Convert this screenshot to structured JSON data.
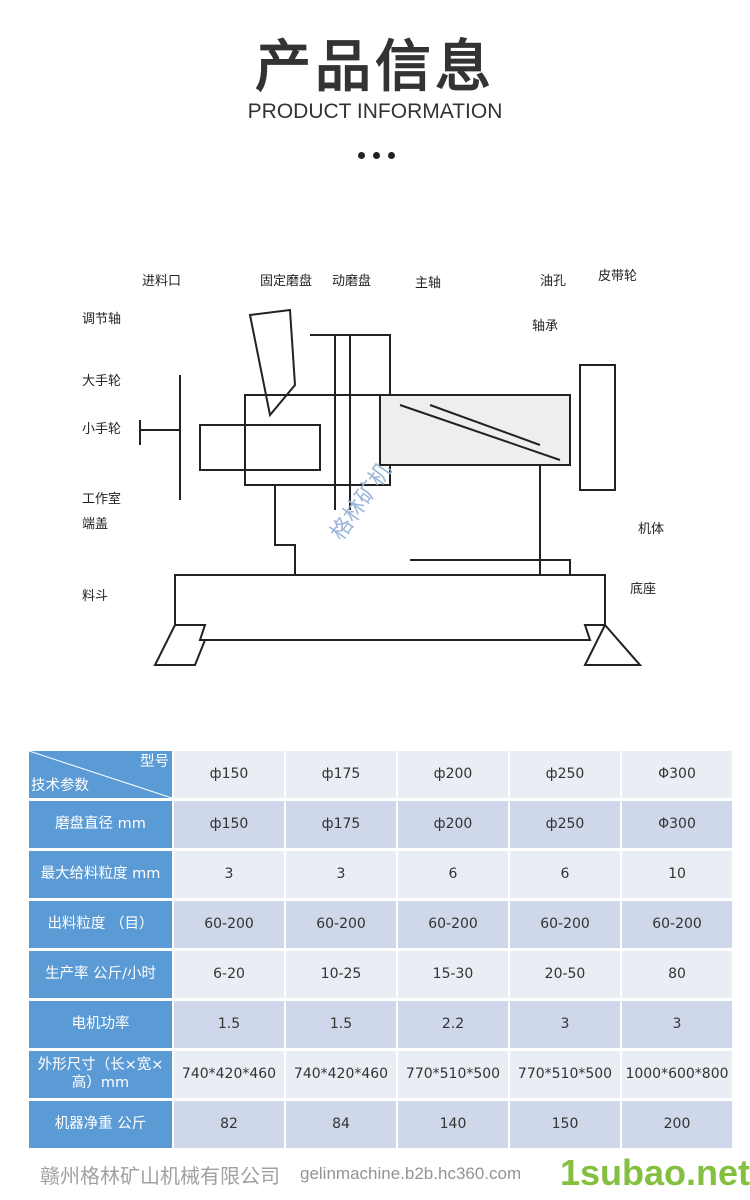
{
  "header": {
    "title": "产品信息",
    "subtitle": "PRODUCT INFORMATION"
  },
  "diagram": {
    "labels": {
      "feed_inlet": "进料口",
      "adjust_shaft": "调节轴",
      "big_handwheel": "大手轮",
      "small_handwheel": "小手轮",
      "work_chamber": "工作室",
      "end_cover": "端盖",
      "hopper": "料斗",
      "fixed_disc": "固定磨盘",
      "moving_disc": "动磨盘",
      "main_shaft": "主轴",
      "oil_hole": "油孔",
      "bearing": "轴承",
      "pulley": "皮带轮",
      "body": "机体",
      "base": "底座"
    },
    "watermark": "格林矿机"
  },
  "table": {
    "corner_top": "型号",
    "corner_bottom": "技术参数",
    "models": [
      "ф150",
      "ф175",
      "ф200",
      "ф250",
      "Φ300"
    ],
    "rows": [
      {
        "label": "磨盘直径  mm",
        "values": [
          "ф150",
          "ф175",
          "ф200",
          "ф250",
          "Φ300"
        ]
      },
      {
        "label": "最大给料粒度 mm",
        "values": [
          "3",
          "3",
          "6",
          "6",
          "10"
        ]
      },
      {
        "label": "出料粒度  （目）",
        "values": [
          "60-200",
          "60-200",
          "60-200",
          "60-200",
          "60-200"
        ]
      },
      {
        "label": "生产率   公斤/小时",
        "values": [
          "6-20",
          "10-25",
          "15-30",
          "20-50",
          "80"
        ]
      },
      {
        "label": "电机功率",
        "values": [
          "1.5",
          "1.5",
          "2.2",
          "3",
          "3"
        ]
      },
      {
        "label": "外形尺寸（长×宽×高）mm",
        "values": [
          "740*420*460",
          "740*420*460",
          "770*510*500",
          "770*510*500",
          "1000*600*800"
        ]
      },
      {
        "label": "机器净重  公斤",
        "values": [
          "82",
          "84",
          "140",
          "150",
          "200"
        ]
      }
    ]
  },
  "watermarks": {
    "company": "赣州格林矿山机械有限公司",
    "url": "gelinmachine.b2b.hc360.com",
    "site": "1subao.net"
  }
}
